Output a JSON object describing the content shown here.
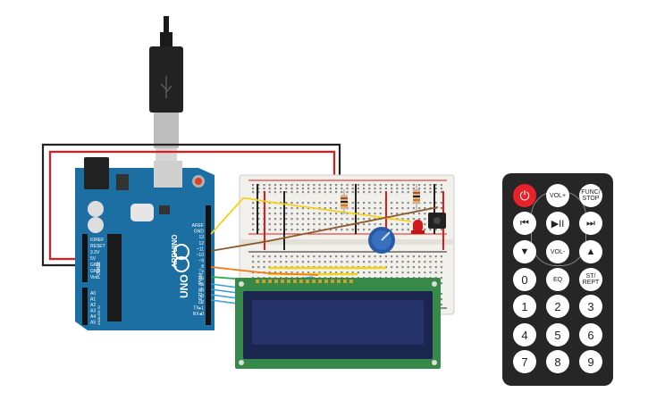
{
  "arduino": {
    "brand": "ARDUINO",
    "model": "UNO",
    "digital_label": "DIGITAL (PWM~)",
    "power_label": "POWER",
    "analog_label": "ANALOG IN",
    "left_pins": [
      "IOREF",
      "RESET",
      "3.3V",
      "5V",
      "GND",
      "GND",
      "Vin"
    ],
    "analog_pins": [
      "A0",
      "A1",
      "A2",
      "A3",
      "A4",
      "A5"
    ],
    "right_pins": [
      "AREF",
      "GND",
      "13",
      "12",
      "~11",
      "~10",
      "~9",
      "8",
      "7",
      "~6",
      "~5",
      "4",
      "~3",
      "2",
      "TX▸1",
      "RX◂0"
    ]
  },
  "remote": {
    "buttons": [
      {
        "label": "⏻",
        "icon": "power-icon"
      },
      {
        "label": "VOL+"
      },
      {
        "label": "FUNC/ STOP"
      },
      {
        "label": "⏮",
        "icon": "skip-back-icon"
      },
      {
        "label": "▶II",
        "icon": "play-pause-icon"
      },
      {
        "label": "⏭",
        "icon": "skip-forward-icon"
      },
      {
        "label": "▼",
        "icon": "down-icon"
      },
      {
        "label": "VOL-"
      },
      {
        "label": "▲",
        "icon": "up-icon"
      },
      {
        "label": "0"
      },
      {
        "label": "EQ"
      },
      {
        "label": "ST/ REPT"
      },
      {
        "label": "1"
      },
      {
        "label": "2"
      },
      {
        "label": "3"
      },
      {
        "label": "4"
      },
      {
        "label": "5"
      },
      {
        "label": "6"
      },
      {
        "label": "7"
      },
      {
        "label": "8"
      },
      {
        "label": "9"
      }
    ]
  },
  "colors": {
    "arduino_board": "#1c6fa2",
    "breadboard": "#f2f0eb",
    "lcd_pcb": "#37894a",
    "lcd_screen": "#26336a",
    "remote_body": "#262626",
    "power_button": "#e8222a",
    "wire_red": "#e01b1b",
    "wire_black": "#222222",
    "wire_yellow": "#f2d21b",
    "wire_brown": "#8a5a2b",
    "wire_orange": "#f07c14",
    "wire_blue": "#3fa0d8",
    "potentiometer": "#2a5aa6"
  }
}
